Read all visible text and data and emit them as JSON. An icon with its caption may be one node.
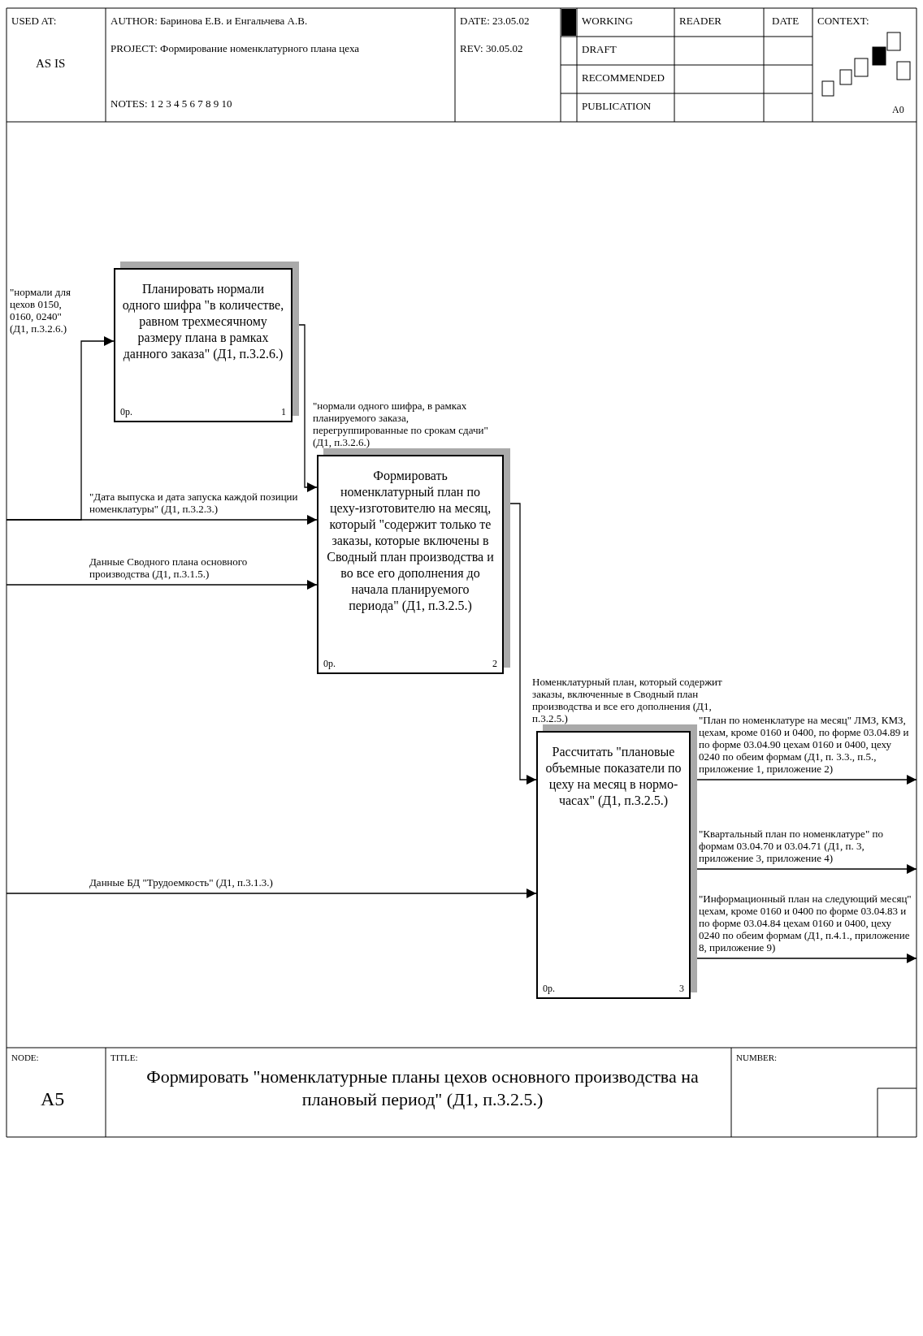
{
  "diagram": {
    "title": "Формировать \"номенклатурные планы цехов основного производства на плановый период\" (Д1, п.3.2.5.)",
    "nodes": [
      {
        "text": [
          "Планировать нормали одного шифра \"в количестве, равном трехмесячному размеру плана в рамках данного заказа\" (Д1, п.3.2.6.)",
          "0р.",
          "1"
        ]
      },
      {
        "text": [
          "Формировать номенклатурный план по цеху-изготовителю на месяц, который \"содержит только те заказы, которые включены в Сводный план производства и во все его дополнения до начала планируемого периода\" (Д1, п.3.2.5.)",
          "0р.",
          "2"
        ]
      },
      {
        "text": [
          "Рассчитать \"плановые объемные показатели по цеху на месяц в нормо-часах\" (Д1, п.3.2.5.)",
          "0р.",
          "3"
        ]
      }
    ],
    "edges": [
      {
        "from": null,
        "to": 0,
        "arrow": "to",
        "label": "\"нормали для цехов 0150, 0160, 0240\" (Д1, п.3.2.6.)"
      },
      {
        "from": null,
        "to": 1,
        "arrow": "to",
        "label": "\"Дата выпуска и дата запуска каждой позиции номенклатуры\" (Д1, п.3.2.3.)"
      },
      {
        "from": 0,
        "to": 1,
        "arrow": "to",
        "label": "\"нормали одного шифра, в рамках планируемого заказа, перегруппированные по срокам сдачи\" (Д1, п.3.2.6.)"
      },
      {
        "from": null,
        "to": 1,
        "arrow": "to",
        "label": "Данные Сводного плана основного производства (Д1, п.3.1.5.)"
      },
      {
        "from": 1,
        "to": 2,
        "arrow": "to",
        "label": "Номенклатурный план, который содержит заказы, включенные в Сводный план производства и все его дополнения (Д1, п.3.2.5.)"
      },
      {
        "from": null,
        "to": 2,
        "arrow": "to",
        "label": "Данные БД \"Трудоемкость\" (Д1, п.3.1.3.)"
      },
      {
        "from": 2,
        "to": null,
        "arrow": "to",
        "label": "\"План по номенклатуре на месяц\" ЛМЗ, КМЗ, цехам, кроме 0160 и 0400, по форме 03.04.89 и по форме 03.04.90 цехам 0160 и 0400, цеху 0240 по обеим формам (Д1, п. 3.3., п.5., приложение 1, приложение 2)"
      },
      {
        "from": 2,
        "to": null,
        "arrow": "to",
        "label": "\"Квартальный план по номенклатуре\" по формам 03.04.70 и 03.04.71 (Д1, п. 3, приложение 3, приложение 4)"
      },
      {
        "from": 2,
        "to": null,
        "arrow": "to",
        "label": "\"Информационный план на следующий месяц\" цехам, кроме 0160 и 0400 по форме 03.04.83 и по форме 03.04.84 цехам 0160 и 0400, цеху 0240 по обеим формам (Д1, п.4.1., приложение 8, приложение 9)"
      }
    ],
    "labels": [
      "USED AT:",
      "AUTHOR: Баринова Е.В. и Енгальчева А.В.",
      "DATE: 23.05.02",
      "WORKING",
      "READER",
      "DATE",
      "CONTEXT:",
      "AS IS",
      "PROJECT: Формирование номенклатурного плана цеха",
      "REV: 30.05.02",
      "DRAFT",
      "RECOMMENDED",
      "NOTES: 1 2 3 4 5 6 7 8 9 10",
      "PUBLICATION",
      "A0",
      "NODE:",
      "A5",
      "TITLE:",
      "NUMBER:"
    ]
  }
}
